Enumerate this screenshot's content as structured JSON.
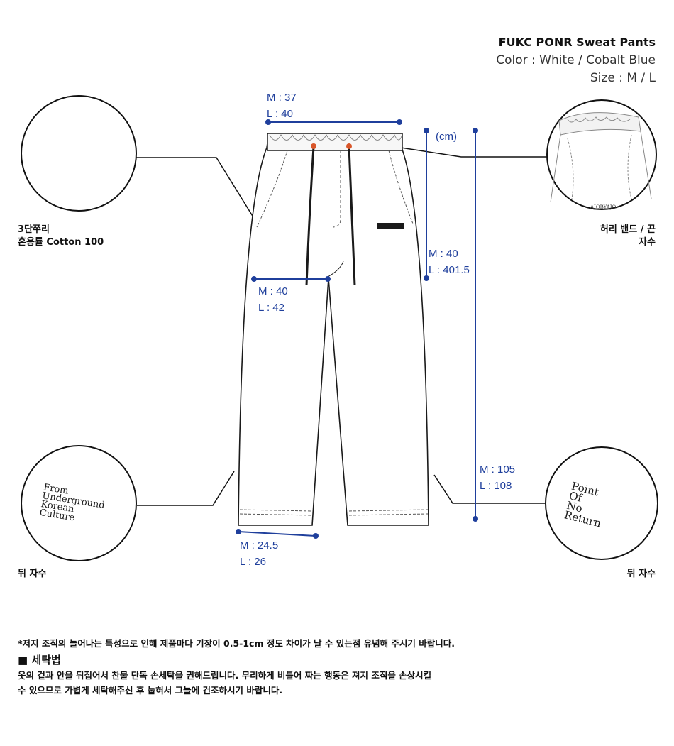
{
  "header": {
    "product_name": "FUKC PONR Sweat Pants",
    "color_line": "Color : White / Cobalt Blue",
    "size_line": "Size : M / L"
  },
  "unit_label": "(cm)",
  "measurements": {
    "waist": {
      "m": "M : 37",
      "l": "L : 40"
    },
    "rise": {
      "m": "M : 40",
      "l": "L : 401.5"
    },
    "thigh": {
      "m": "M : 40",
      "l": "L : 42"
    },
    "length": {
      "m": "M : 105",
      "l": "L : 108"
    },
    "hem": {
      "m": "M : 24.5",
      "l": "L : 26"
    }
  },
  "details": {
    "fabric": {
      "line1": "3단쭈리",
      "line2": "혼용률 Cotton 100"
    },
    "waistband": {
      "line1": "허리 밴드 / 끈",
      "line2": "자수"
    },
    "back_left": {
      "label": "뒤 자수",
      "embroidery": [
        "From",
        "Underground",
        "Korean",
        "Culture"
      ]
    },
    "back_right": {
      "label": "뒤 자수",
      "embroidery": [
        "Point",
        "Of",
        "No",
        "Return"
      ]
    },
    "waistband_logo": "AJOBYAJO"
  },
  "notes": {
    "disclaimer": "*저지 조직의 늘어나는 특성으로 인해 제품마다 기장이 0.5-1cm 정도 차이가 날 수 있는점 유념해 주시기 바랍니다.",
    "wash_title": "■ 세탁법",
    "wash_line1": "옷의 겉과 안을 뒤집어서 찬물 단독 손세탁을 권해드립니다. 무리하게 비틀어 짜는 행동은 져지 조직을 손상시킬",
    "wash_line2": "수 있으므로 가볍게 세탁해주신 후 눕혀서 그늘에 건조하시기 바랍니다."
  },
  "colors": {
    "measure_blue": "#1f3f9c",
    "line": "#1a1a1a"
  }
}
